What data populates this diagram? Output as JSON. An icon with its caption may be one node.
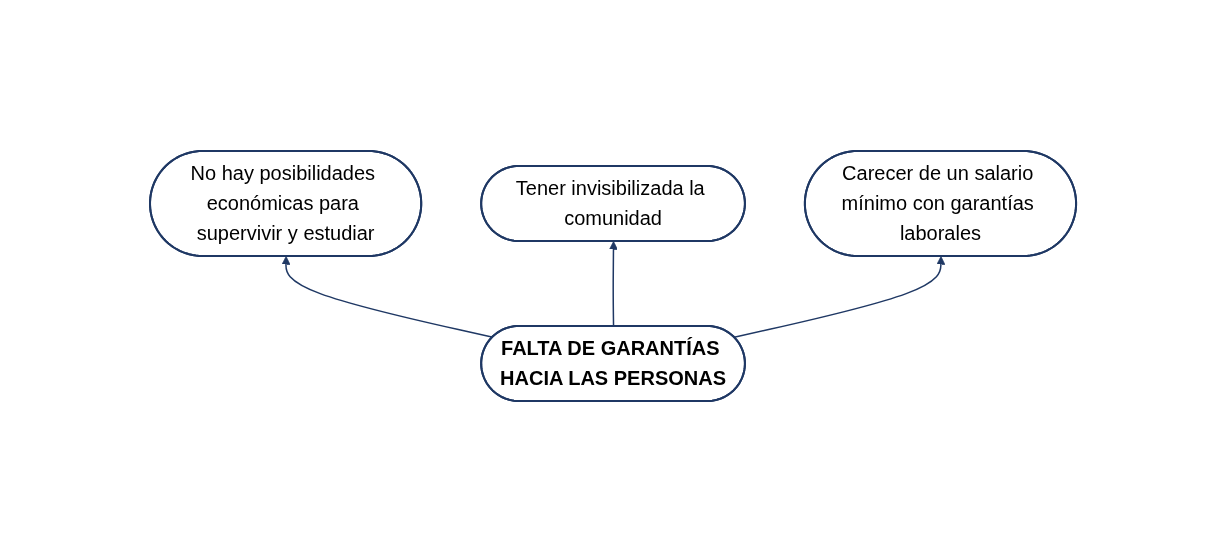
{
  "diagram": {
    "nodes": [
      {
        "text": [
          "Tener invisibilizada la comunidad"
        ]
      },
      {
        "text": [
          "No hay posibilidades económicas para supervivir y estudiar"
        ]
      },
      {
        "text": [
          "Carecer de un salario mínimo con garantías laborales"
        ]
      },
      {
        "text": [
          "FALTA DE GARANTÍAS HACIA LAS PERSONAS"
        ]
      }
    ],
    "edges": [
      {
        "from": 3,
        "to": 1,
        "arrow": "to"
      },
      {
        "from": 3,
        "to": 0,
        "arrow": "to"
      },
      {
        "from": 3,
        "to": 2,
        "arrow": "to"
      }
    ]
  }
}
